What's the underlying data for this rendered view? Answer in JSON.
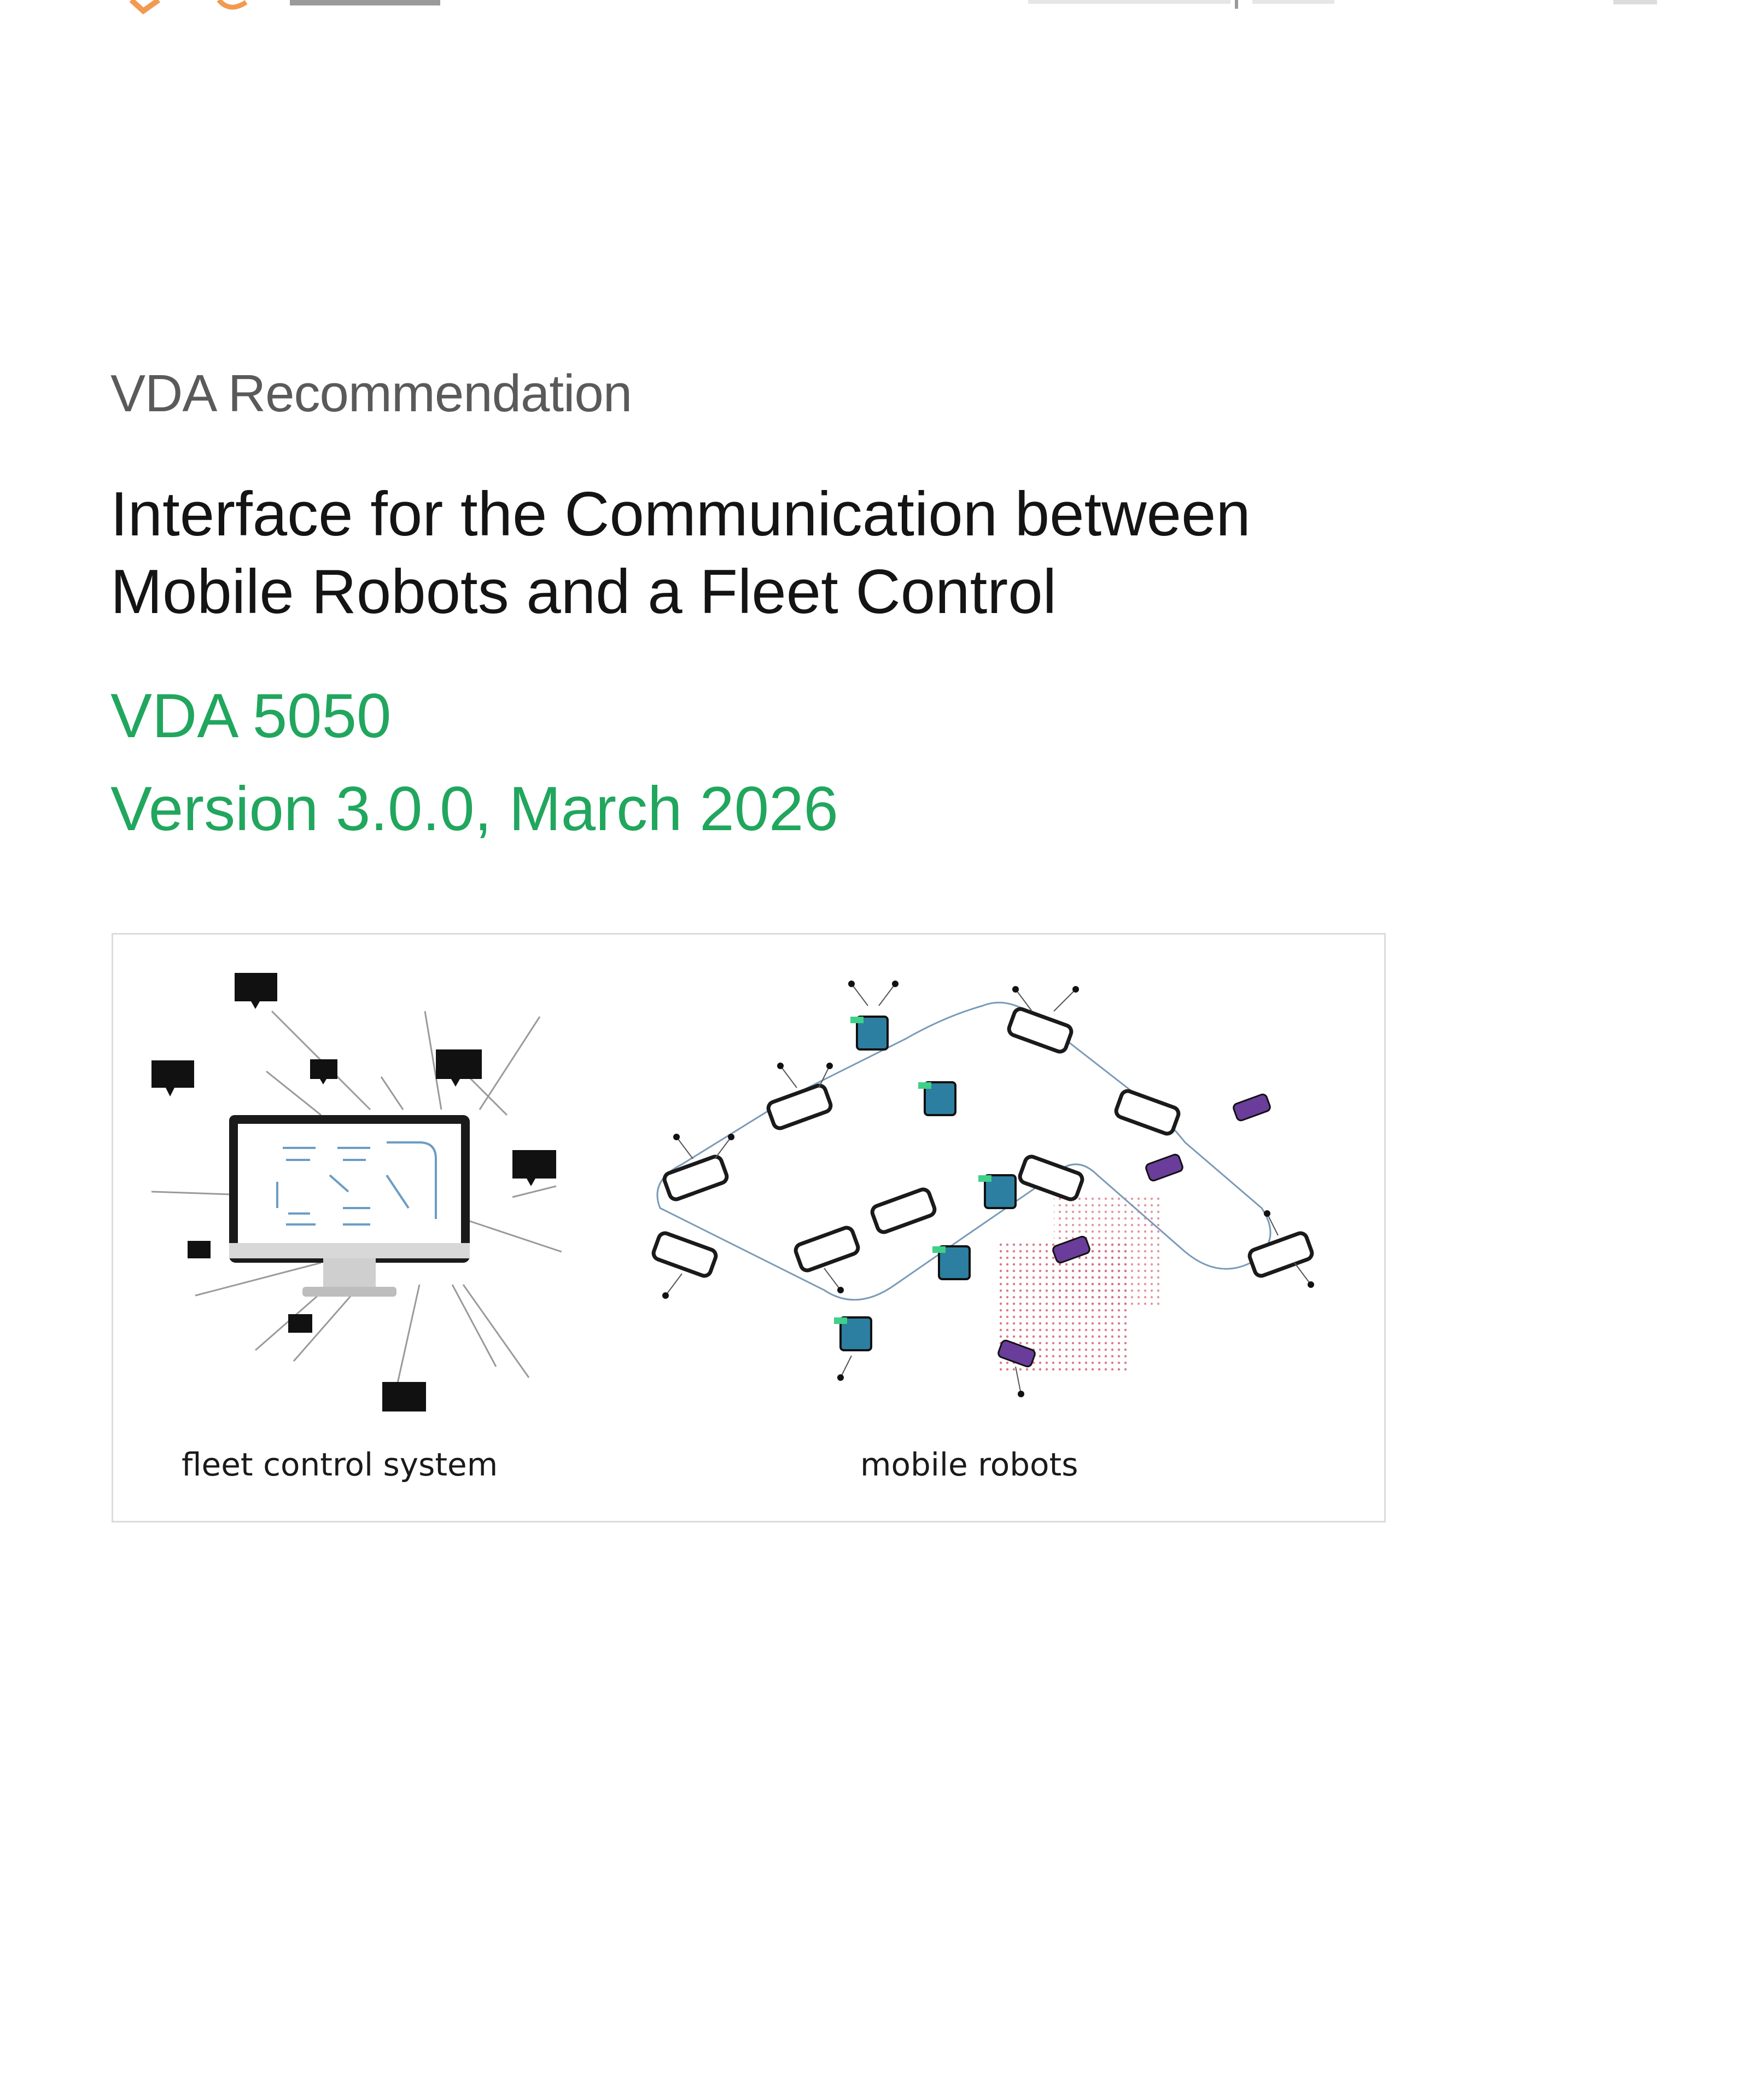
{
  "header": {
    "logo": "vda-logo",
    "colors": {
      "logo_orange": "#f29a50",
      "logo_gray": "#9a9a9a"
    }
  },
  "document": {
    "label": "VDA Recommendation",
    "title_lines": [
      "Interface for the Communication between",
      "Mobile Robots and a Fleet Control"
    ],
    "standard": "VDA 5050",
    "version": "Version 3.0.0, March 2026"
  },
  "figure": {
    "left_caption": "fleet control system",
    "right_caption": "mobile robots",
    "left_icon": "computer-monitor-icon",
    "right_icon": "robot-fleet-icon"
  },
  "colors": {
    "label_gray": "#5a5a5a",
    "title_black": "#141414",
    "accent_green": "#21a65e",
    "robot_teal": "#2c7fa0",
    "robot_purple": "#6a3d9a",
    "grid_red": "#d86a7a"
  }
}
